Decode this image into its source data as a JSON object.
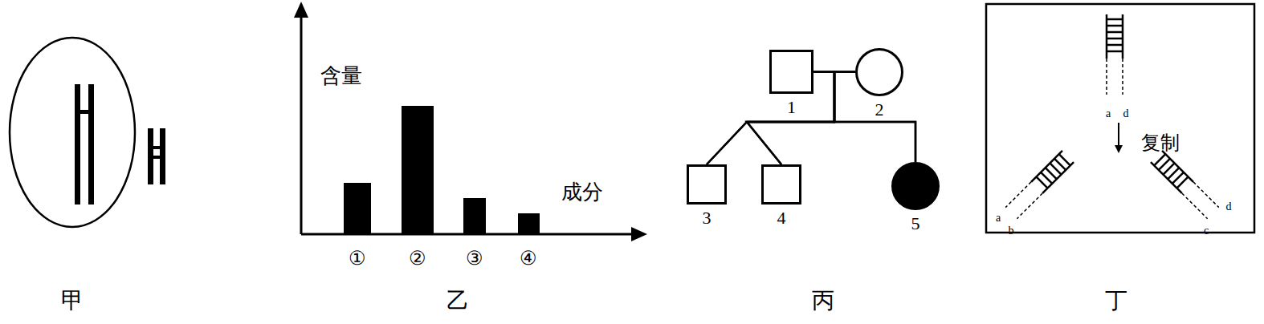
{
  "diagram": {
    "nodes": [
      {
        "text": [
          "1"
        ]
      },
      {
        "text": [
          "2"
        ]
      },
      {
        "text": [
          "3"
        ]
      },
      {
        "text": [
          "4"
        ]
      },
      {
        "text": [
          "5"
        ]
      }
    ],
    "edges": [
      {
        "from": 0,
        "to": 1,
        "arrow": "none"
      },
      {
        "from": 0,
        "to": 2,
        "arrow": "none"
      },
      {
        "from": 0,
        "to": 3,
        "arrow": "none"
      },
      {
        "from": 0,
        "to": 4,
        "arrow": "none"
      },
      {
        "from": 1,
        "to": 2,
        "arrow": "none"
      },
      {
        "from": 1,
        "to": 3,
        "arrow": "none"
      },
      {
        "from": 1,
        "to": 4,
        "arrow": "none"
      }
    ],
    "labels": [
      "甲",
      "乙",
      "丙",
      "丁",
      "含量",
      "成分",
      "①",
      "②",
      "③",
      "④",
      "a",
      "d",
      "复制",
      "a",
      "b",
      "c",
      "d"
    ]
  }
}
